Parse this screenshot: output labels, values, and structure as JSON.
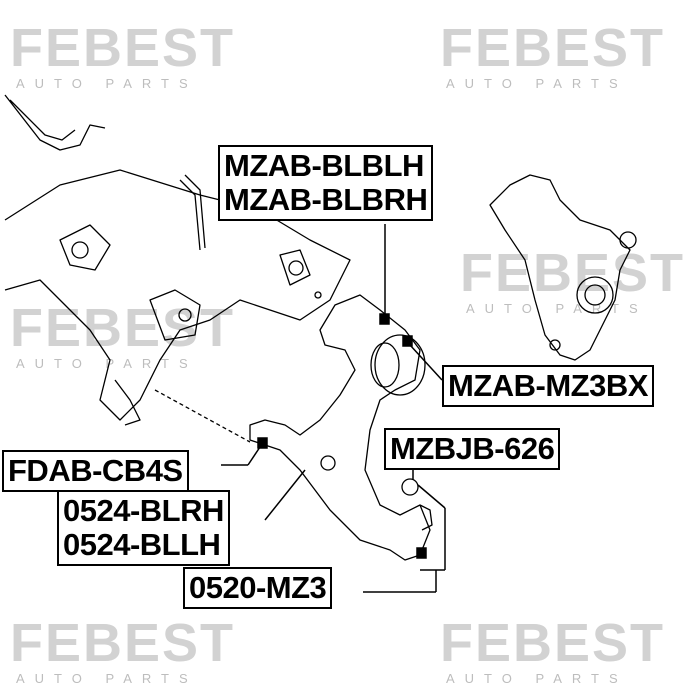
{
  "watermark": {
    "brand": "FEBEST",
    "sub": "AUTO PARTS"
  },
  "labels": {
    "bushing_rear": [
      "MZAB-BLBLH",
      "MZAB-BLBRH"
    ],
    "bushing_front": "MZAB-MZ3BX",
    "ball_joint_boot": "MZBJB-626",
    "arm_bushing": "FDAB-CB4S",
    "control_arm": [
      "0524-BLRH",
      "0524-BLLH"
    ],
    "ball_joint": "0520-MZ3"
  }
}
